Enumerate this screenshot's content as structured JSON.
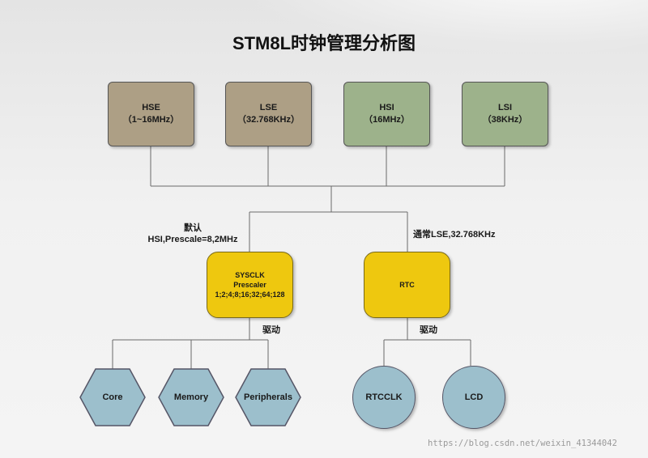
{
  "title": "STM8L时钟管理分析图",
  "sources": [
    {
      "name": "HSE",
      "freq": "（1~16MHz）",
      "color": "#ad9f85"
    },
    {
      "name": "LSE",
      "freq": "（32.768KHz）",
      "color": "#ad9f85"
    },
    {
      "name": "HSI",
      "freq": "（16MHz）",
      "color": "#9db28b"
    },
    {
      "name": "LSI",
      "freq": "（38KHz）",
      "color": "#9db28b"
    }
  ],
  "sysclk": {
    "line1": "SYSCLK",
    "line2": "Prescaler",
    "line3": "1;2;4;8;16;32;64;128",
    "note_line1": "默认",
    "note_line2": "HSI,Prescale=8,2MHz",
    "drive": "驱动"
  },
  "rtc": {
    "label": "RTC",
    "note": "通常LSE,32.768KHz",
    "drive": "驱动"
  },
  "sys_targets": [
    "Core",
    "Memory",
    "Peripherals"
  ],
  "rtc_targets": [
    "RTCCLK",
    "LCD"
  ],
  "watermark": "https://blog.csdn.net/weixin_41344042"
}
